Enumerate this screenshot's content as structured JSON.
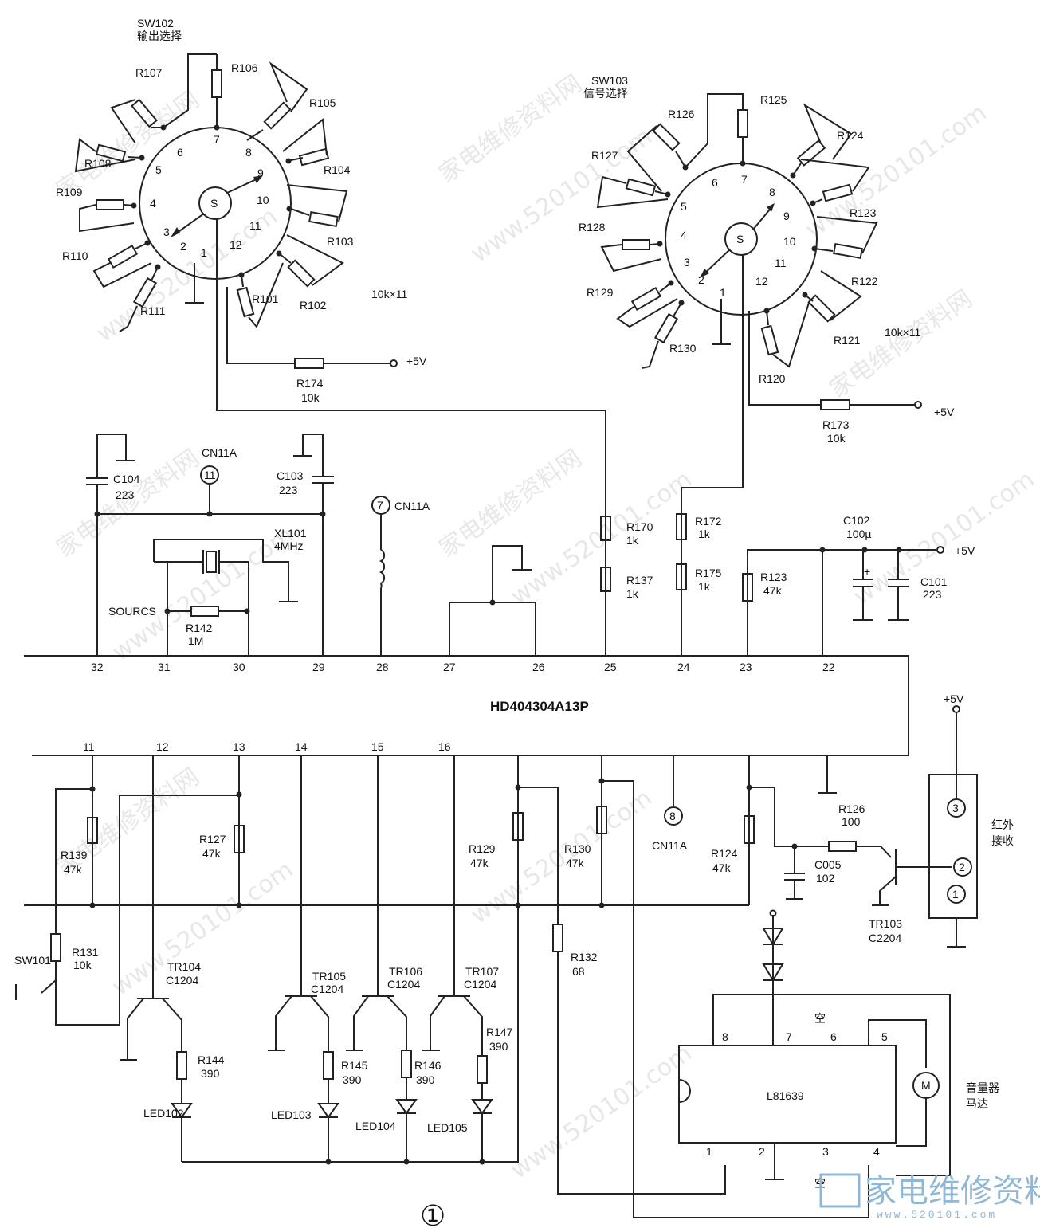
{
  "sw102": {
    "name": "SW102",
    "func": "输出选择",
    "center": "S",
    "positions": [
      "1",
      "2",
      "3",
      "4",
      "5",
      "6",
      "7",
      "8",
      "9",
      "10",
      "11",
      "12"
    ],
    "resistors": [
      "R101",
      "R102",
      "R103",
      "R104",
      "R105",
      "R106",
      "R107",
      "R108",
      "R109",
      "R110",
      "R111"
    ],
    "note": "10k×11"
  },
  "sw103": {
    "name": "SW103",
    "func": "信号选择",
    "center": "S",
    "positions": [
      "1",
      "2",
      "3",
      "4",
      "5",
      "6",
      "7",
      "8",
      "9",
      "10",
      "11",
      "12"
    ],
    "resistors": [
      "R120",
      "R121",
      "R122",
      "R123",
      "R124",
      "R125",
      "R126",
      "R127",
      "R128",
      "R129",
      "R130"
    ],
    "note": "10k×11"
  },
  "supply": "+5V",
  "r174": {
    "ref": "R174",
    "val": "10k"
  },
  "r173": {
    "ref": "R173",
    "val": "10k"
  },
  "c104": {
    "ref": "C104",
    "val": "223"
  },
  "c103": {
    "ref": "C103",
    "val": "223"
  },
  "cn11a": "CN11A",
  "cn_pins": {
    "a": "11",
    "b": "7",
    "c": "8"
  },
  "xl101": {
    "ref": "XL101",
    "val": "4MHz"
  },
  "sourcs": "SOURCS",
  "r142": {
    "ref": "R142",
    "val": "1M"
  },
  "r170": {
    "ref": "R170",
    "val": "1k"
  },
  "r137": {
    "ref": "R137",
    "val": "1k"
  },
  "r172": {
    "ref": "R172",
    "val": "1k"
  },
  "r175": {
    "ref": "R175",
    "val": "1k"
  },
  "r123b": {
    "ref": "R123",
    "val": "47k"
  },
  "c102": {
    "ref": "C102",
    "val": "100µ"
  },
  "c101": {
    "ref": "C101",
    "val": "223"
  },
  "ic": {
    "name": "HD404304A13P",
    "top_pins": [
      "32",
      "31",
      "30",
      "29",
      "28",
      "27",
      "26",
      "25",
      "24",
      "23",
      "22"
    ],
    "bottom_pins": [
      "11",
      "12",
      "13",
      "14",
      "15",
      "16"
    ]
  },
  "r139": {
    "ref": "R139",
    "val": "47k"
  },
  "r127b": {
    "ref": "R127",
    "val": "47k"
  },
  "r129b": {
    "ref": "R129",
    "val": "47k"
  },
  "r130b": {
    "ref": "R130",
    "val": "47k"
  },
  "r124b": {
    "ref": "R124",
    "val": "47k"
  },
  "r126b": {
    "ref": "R126",
    "val": "100"
  },
  "c005": {
    "ref": "C005",
    "val": "102"
  },
  "tr103": {
    "ref": "TR103",
    "val": "C2204"
  },
  "ir": {
    "label1": "红外",
    "label2": "接收",
    "pins": [
      "3",
      "2",
      "1"
    ]
  },
  "sw101": "SW101",
  "r131": {
    "ref": "R131",
    "val": "10k"
  },
  "r132": {
    "ref": "R132",
    "val": "68"
  },
  "tr104": {
    "ref": "TR104",
    "val": "C1204"
  },
  "tr105": {
    "ref": "TR105",
    "val": "C1204"
  },
  "tr106": {
    "ref": "TR106",
    "val": "C1204"
  },
  "tr107": {
    "ref": "TR107",
    "val": "C1204"
  },
  "r144": {
    "ref": "R144",
    "val": "390"
  },
  "r145": {
    "ref": "R145",
    "val": "390"
  },
  "r146": {
    "ref": "R146",
    "val": "390"
  },
  "r147": {
    "ref": "R147",
    "val": "390"
  },
  "leds": [
    "LED102",
    "LED103",
    "LED104",
    "LED105"
  ],
  "motor_ic": {
    "name": "L81639",
    "pins": [
      "8",
      "7",
      "6",
      "5",
      "1",
      "2",
      "3",
      "4"
    ],
    "nc": "空"
  },
  "motor": {
    "symbol": "M",
    "label1": "音量器",
    "label2": "马达"
  },
  "figure_no": "①",
  "watermark": "www.520101.com",
  "watermark2": "家电维修资料网",
  "brand": "家电维修资料网",
  "brand_url": "www.520101.com"
}
